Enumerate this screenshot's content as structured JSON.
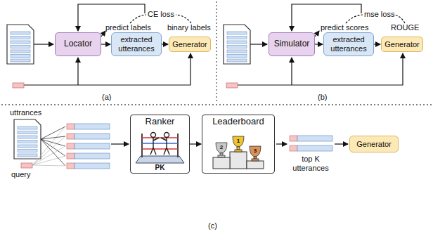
{
  "diagram": {
    "nodes": [
      {
        "text": [
          "Locator"
        ]
      },
      {
        "text": [
          "extracted utterances"
        ]
      },
      {
        "text": [
          "Generator"
        ]
      },
      {
        "text": [
          "Simulator"
        ]
      },
      {
        "text": [
          "extracted utterances"
        ]
      },
      {
        "text": [
          "Generator"
        ]
      },
      {
        "text": [
          "Ranker",
          "PK"
        ]
      },
      {
        "text": [
          "Leaderboard"
        ]
      },
      {
        "text": [
          "Generator"
        ]
      }
    ],
    "edges": [
      {
        "from": 0,
        "to": 1,
        "arrow": "to"
      },
      {
        "from": 1,
        "to": 2,
        "arrow": "to"
      },
      {
        "from": 3,
        "to": 4,
        "arrow": "to"
      },
      {
        "from": 4,
        "to": 5,
        "arrow": "to"
      },
      {
        "from": 6,
        "to": 7,
        "arrow": "to"
      }
    ],
    "labels": [
      "CE loss",
      "predict labels",
      "binary labels",
      "(a)",
      "mse loss",
      "predict scores",
      "ROUGE",
      "(b)",
      "uttrances",
      "query",
      "2",
      "1",
      "3",
      "top K utterances",
      "(c)"
    ]
  }
}
